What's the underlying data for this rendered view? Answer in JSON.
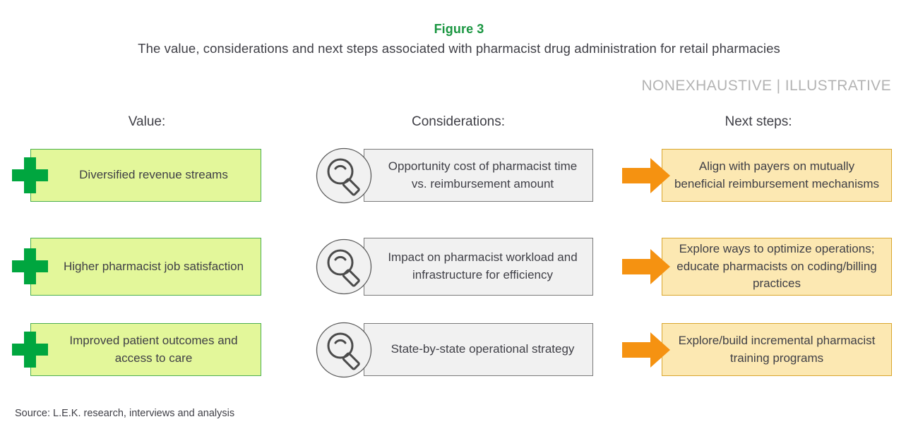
{
  "header": {
    "figure_label": "Figure 3",
    "subtitle": "The value, considerations and next steps associated with pharmacist drug administration for retail pharmacies",
    "disclaimer": "NONEXHAUSTIVE | ILLUSTRATIVE"
  },
  "columns": {
    "value_heading": "Value:",
    "considerations_heading": "Considerations:",
    "next_steps_heading": "Next steps:"
  },
  "rows": [
    {
      "value": "Diversified revenue streams",
      "value_icon": "plus-icon",
      "consideration": "Opportunity cost of pharmacist time vs. reimbursement amount",
      "consideration_icon": "magnifier-icon",
      "next_step": "Align with payers on mutually beneficial reimbursement mechanisms",
      "next_step_icon": "arrow-right-icon"
    },
    {
      "value": "Higher pharmacist job satisfaction",
      "value_icon": "plus-icon",
      "consideration": "Impact on pharmacist workload and infrastructure for efficiency",
      "consideration_icon": "magnifier-icon",
      "next_step": "Explore ways to optimize operations; educate pharmacists on coding/billing practices",
      "next_step_icon": "arrow-right-icon"
    },
    {
      "value": "Improved patient outcomes and access to care",
      "value_icon": "plus-icon",
      "consideration": "State-by-state operational strategy",
      "consideration_icon": "magnifier-icon",
      "next_step": "Explore/build incremental pharmacist training programs",
      "next_step_icon": "arrow-right-icon"
    }
  ],
  "footer": {
    "source": "Source: L.E.K. research, interviews and analysis"
  },
  "colors": {
    "figure_label_green": "#1a9641",
    "plus_green": "#00a63f",
    "value_box_fill": "#e3f79a",
    "value_box_border": "#4caf50",
    "consider_box_fill": "#f1f1f1",
    "consider_box_border": "#7a7a7a",
    "next_box_fill": "#fce8b2",
    "next_box_border": "#d9a62e",
    "arrow_orange": "#f59211",
    "icon_circle_fill": "#f1f1f1",
    "icon_stroke": "#4b4b4b",
    "disclaimer_gray": "#b3b3b3",
    "text_dark": "#3f3f46"
  }
}
